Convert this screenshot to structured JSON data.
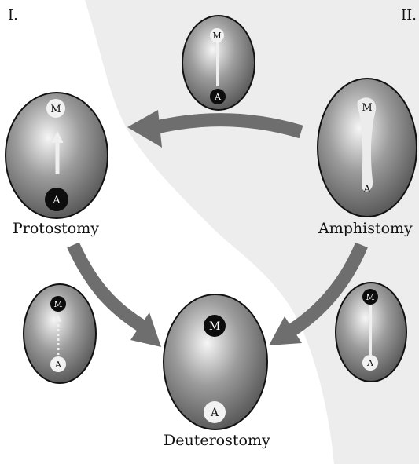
{
  "corner_labels": {
    "left": "I.",
    "right": "II."
  },
  "embryos": {
    "top": {
      "mouth": "M",
      "anus": "A"
    },
    "protostomy": {
      "name": "Protostomy",
      "mouth": "M",
      "anus": "A"
    },
    "amphistomy": {
      "name": "Amphistomy",
      "mouth": "M",
      "anus": "A"
    },
    "left_small": {
      "mouth": "M",
      "anus": "A"
    },
    "right_small": {
      "mouth": "M",
      "anus": "A"
    },
    "deuterostomy": {
      "name": "Deuterostomy",
      "mouth": "M",
      "anus": "A"
    }
  },
  "colors": {
    "background_region": "#ededed",
    "arrow": "#6e6e6e",
    "embryo_light": "#f4f4f4",
    "embryo_dark": "#555555",
    "pore_dark": "#0d0d0d",
    "pore_light": "#f2f2f2"
  }
}
